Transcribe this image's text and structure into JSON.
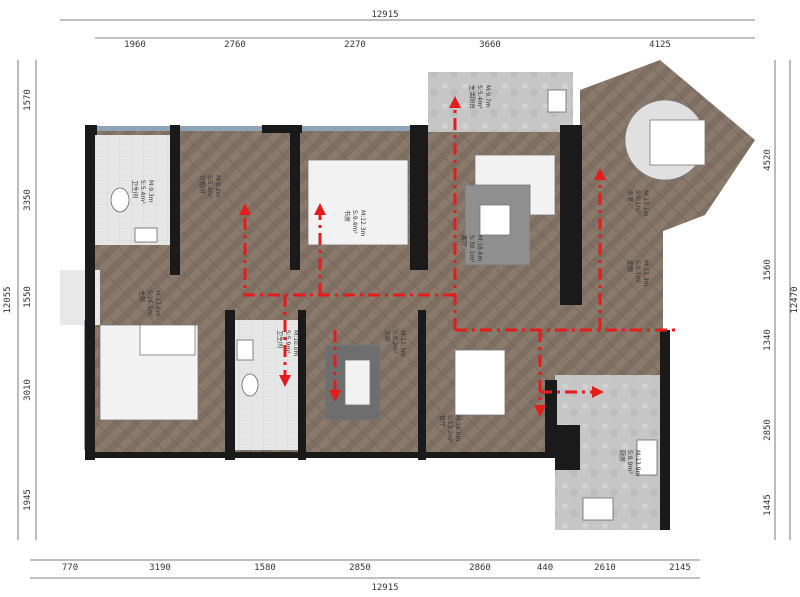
{
  "colors": {
    "floor_wood": "#8a7a6c",
    "floor_stone": "#c9c9c9",
    "wall": "#1a1a1a",
    "window": "#8fa3b8",
    "arrow": "#e31c1c",
    "dim_line": "#555555"
  },
  "dimensions": {
    "top_total": "12915",
    "top_segments": [
      "1960",
      "2760",
      "2270",
      "3660",
      "4125"
    ],
    "bottom_total": "12915",
    "bottom_segments": [
      "770",
      "3190",
      "1580",
      "2850",
      "2860",
      "440",
      "2610",
      "2145"
    ],
    "left_total": "12055",
    "left_segments": [
      "1570",
      "3350",
      "1550",
      "3010",
      "1945"
    ],
    "right_total": "12470",
    "right_segments": [
      "4520",
      "1560",
      "1340",
      "2850",
      "1445"
    ]
  },
  "rooms": [
    {
      "name": "卫生间",
      "area": "S:5.4m²",
      "perimeter": "M:9.3m"
    },
    {
      "name": "衣帽间",
      "area": "S:5.3m²",
      "perimeter": "M:9.2m"
    },
    {
      "name": "书房",
      "area": "S:9.4m²",
      "perimeter": "M:12.3m"
    },
    {
      "name": "生活阳台",
      "area": "S:5.4m²",
      "perimeter": "M:9.7m"
    },
    {
      "name": "客厅",
      "area": "S:30.1m²",
      "perimeter": "M:18.6m"
    },
    {
      "name": "主卧",
      "area": "S:16.5m²",
      "perimeter": "M:17.0m"
    },
    {
      "name": "卧室",
      "area": "S:9.1m²",
      "perimeter": "M:13.1m"
    },
    {
      "name": "走廊",
      "area": "S:8.1m²",
      "perimeter": "M:13.3m"
    },
    {
      "name": "卫生间",
      "area": "S:5.9m²",
      "perimeter": "M:10.0m"
    },
    {
      "name": "次卧",
      "area": "S:9.2m²",
      "perimeter": "M:12.3m"
    },
    {
      "name": "餐厅",
      "area": "S:13.2m²",
      "perimeter": "M:16.0m"
    },
    {
      "name": "厨房",
      "area": "S:8.9m²",
      "perimeter": "M:13.9m"
    }
  ]
}
